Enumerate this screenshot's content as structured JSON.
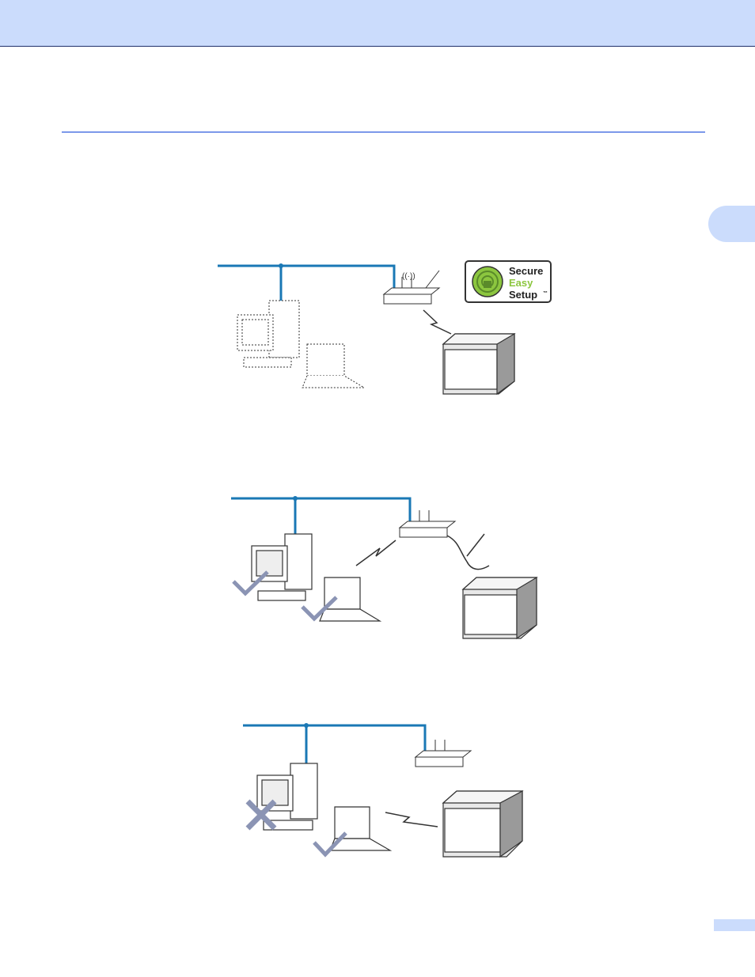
{
  "logo": {
    "line1": "Secure",
    "line2": "Easy",
    "line3": "Setup",
    "trademark": "™"
  },
  "colors": {
    "header_band": "#cbdcfc",
    "rule": "#7c98ea",
    "network_line": "#1a78b5",
    "check_mark": "#8b94b4",
    "logo_green": "#8cc63f"
  }
}
